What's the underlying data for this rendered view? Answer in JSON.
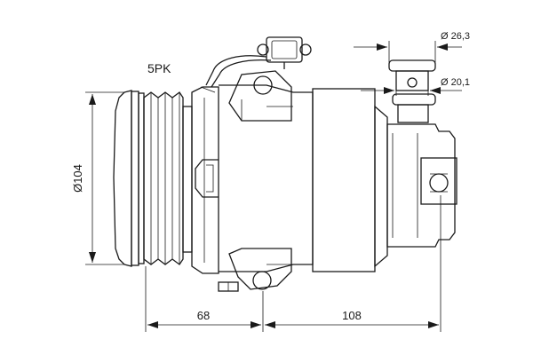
{
  "labels": {
    "belt": "5PK",
    "pulley_diameter": "Ø104",
    "port_large": "Ø 26,3",
    "port_small": "Ø 20,1",
    "width_front": "68",
    "width_rear": "108"
  },
  "colors": {
    "line": "#1a1a1a",
    "background": "#ffffff"
  }
}
